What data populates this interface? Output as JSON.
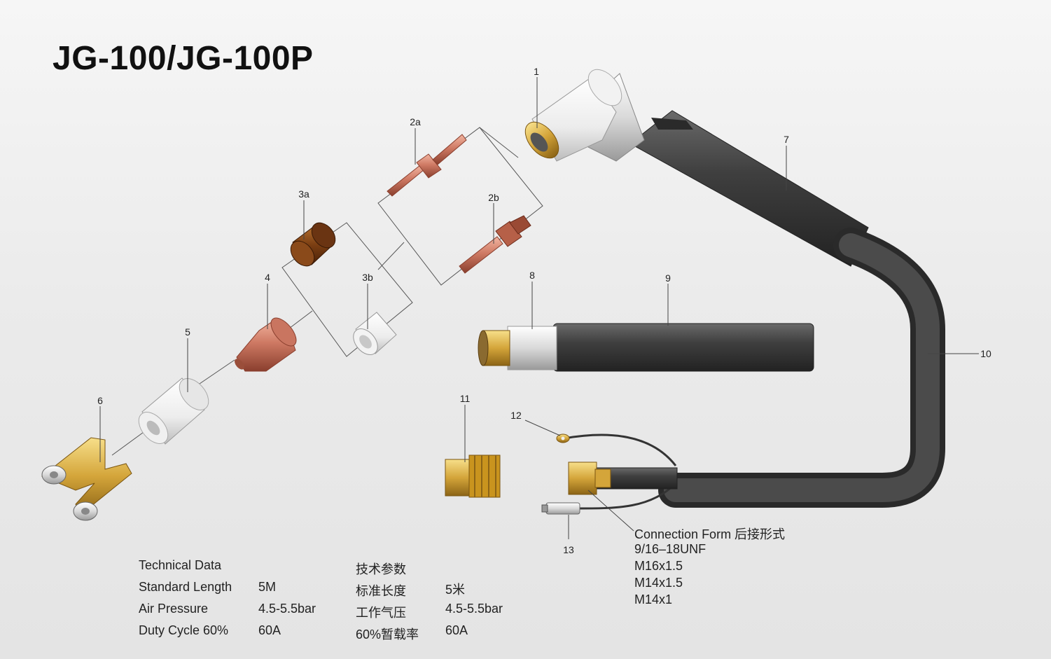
{
  "title": "JG-100/JG-100P",
  "callouts": {
    "c1": "1",
    "c2a": "2a",
    "c2b": "2b",
    "c3a": "3a",
    "c3b": "3b",
    "c4": "4",
    "c5": "5",
    "c6": "6",
    "c7": "7",
    "c8": "8",
    "c9": "9",
    "c10": "10",
    "c11": "11",
    "c12": "12",
    "c13": "13"
  },
  "technical_data": {
    "en_heading": "Technical Data",
    "cn_heading": "技术参数",
    "rows": [
      {
        "en_label": "Standard Length",
        "en_value": "5M",
        "cn_label": "标准长度",
        "cn_value": "5米"
      },
      {
        "en_label": "Air Pressure",
        "en_value": "4.5-5.5bar",
        "cn_label": "工作气压",
        "cn_value": "4.5-5.5bar"
      },
      {
        "en_label": "Duty Cycle 60%",
        "en_value": "60A",
        "cn_label": "60%暂载率",
        "cn_value": "60A"
      }
    ]
  },
  "connection": {
    "heading": "Connection Form 后接形式",
    "options": [
      "9/16–18UNF",
      "M16x1.5",
      "M14x1.5",
      "M14x1"
    ]
  },
  "colors": {
    "copper": "#c87560",
    "brass": "#c9a04a",
    "ceramic": "#f4f4f4",
    "hose": "#3e3e3e",
    "thread": "#b07a3a"
  }
}
